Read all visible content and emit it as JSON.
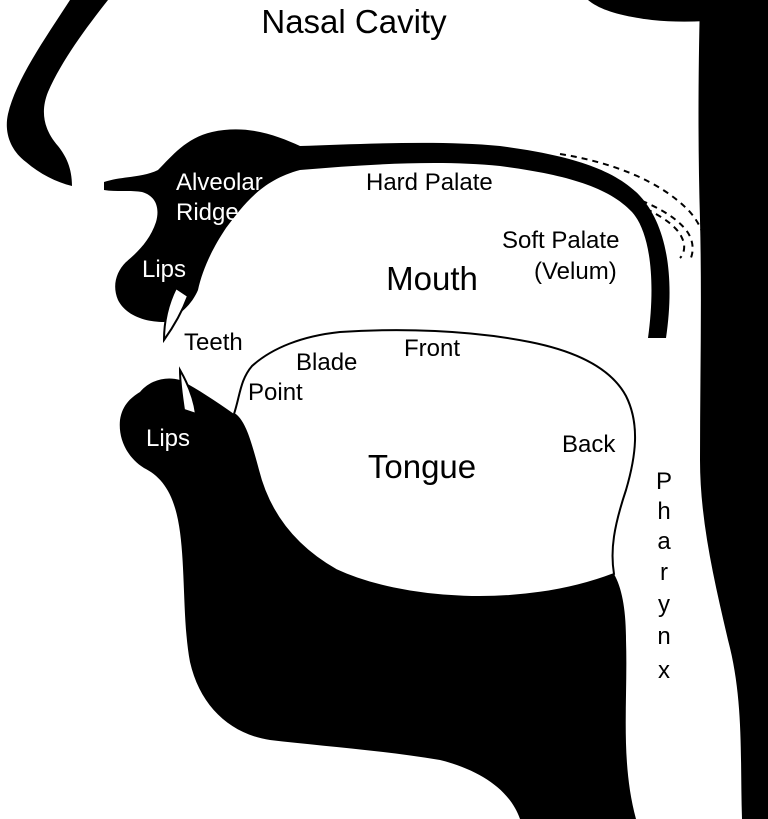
{
  "labels": {
    "nasal_cavity": "Nasal Cavity",
    "alveolar_ridge_line1": "Alveolar",
    "alveolar_ridge_line2": "Ridge",
    "hard_palate": "Hard Palate",
    "soft_palate_line1": "Soft Palate",
    "soft_palate_line2": "(Velum)",
    "mouth": "Mouth",
    "upper_lips": "Lips",
    "teeth": "Teeth",
    "blade": "Blade",
    "front": "Front",
    "point": "Point",
    "lower_lips": "Lips",
    "back": "Back",
    "tongue": "Tongue",
    "pharynx": [
      "P",
      "h",
      "a",
      "r",
      "y",
      "n",
      "x"
    ]
  },
  "colors": {
    "fill": "#000000",
    "background": "#ffffff"
  }
}
